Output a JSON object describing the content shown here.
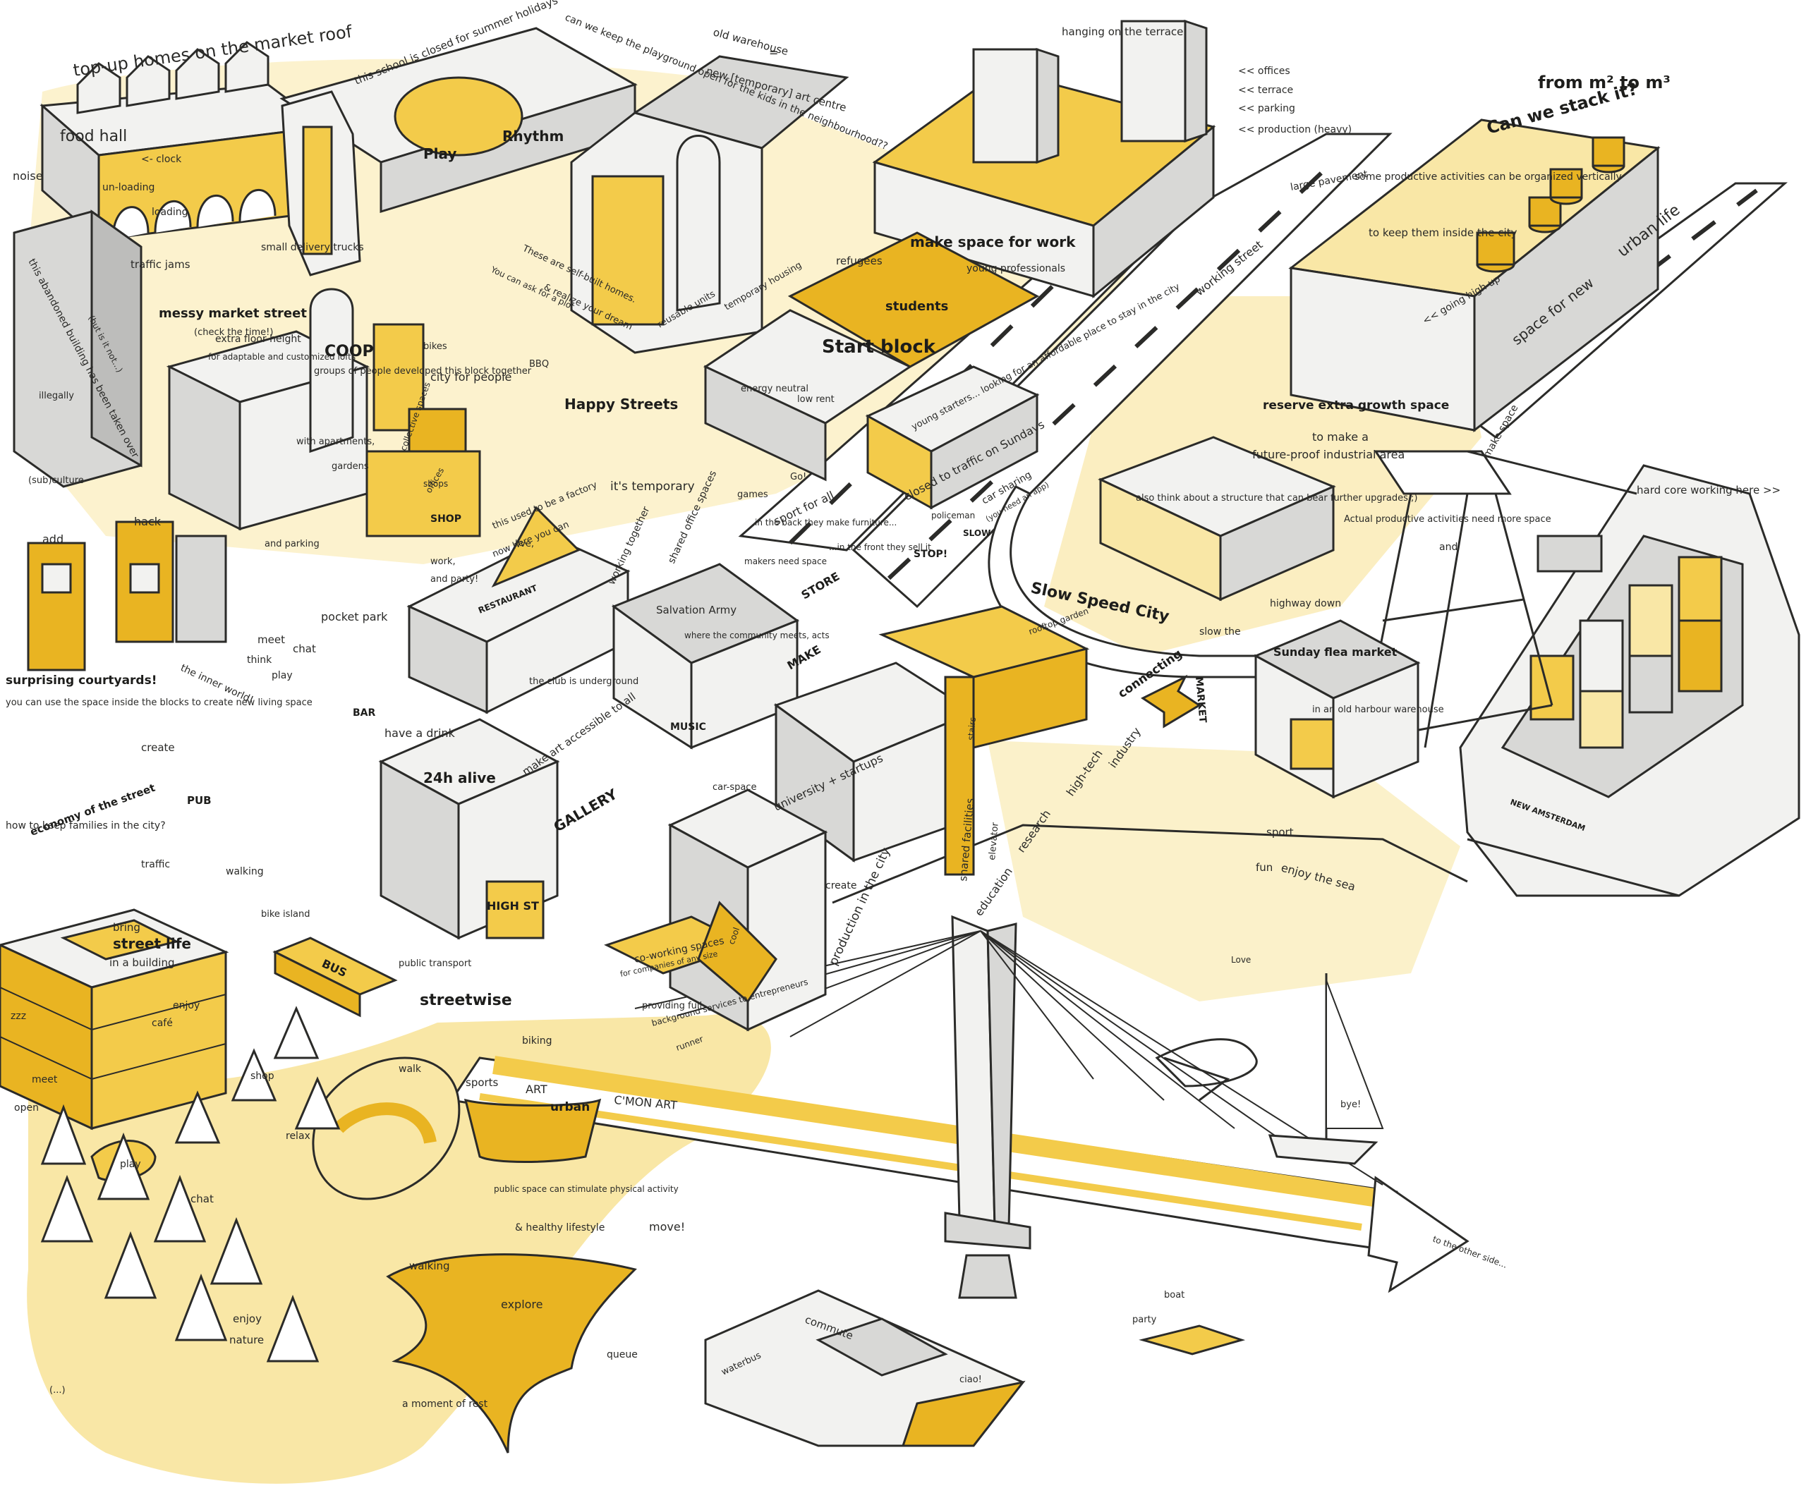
{
  "colors": {
    "yellow_light": "#f9e7a6",
    "yellow_mid": "#f3cb4a",
    "yellow_dark": "#e9b422",
    "ink": "#2b2b29",
    "grey": "#d8d8d6",
    "paper": "#ffffff"
  },
  "labels": {
    "top_up_homes": "top-up homes on the market roof",
    "food_hall": "food hall",
    "noise": "noise",
    "clock": "<- clock",
    "unloading": "un-loading",
    "loading": "loading",
    "traffic_jams": "traffic jams",
    "messy_market_street": "messy market street",
    "check_the_time": "(check the time!)",
    "small_delivery_trucks": "small delivery trucks",
    "school_closed": "this school is closed for summer holidays",
    "playground_question": "can we keep the playground open for the kids in the neighbourhood??",
    "play": "Play",
    "rhythm": "Rhythm",
    "old_warehouse": "old warehouse",
    "equals": "=",
    "art_centre": "new [temporary] art centre",
    "hanging_terrace": "hanging on the terrace",
    "offices": "<< offices",
    "terrace": "<< terrace",
    "parking": "<< parking",
    "production_heavy": "<< production (heavy)",
    "from_m2_to_m3": "from m² to m³",
    "can_we_stack_it": "Can we stack it?",
    "vertically_organized": "some productive activities can be organized vertically",
    "keep_inside_city": "to keep them inside the city",
    "going_high_up": "<< going high up",
    "large_pavement": "large pavement",
    "make_space_for_work": "make space for work",
    "working_street": "working street",
    "urban_life": "urban life",
    "space_for_new": "space for new",
    "self_built_homes": "These are self-built homes.",
    "ask_for_plot": "You can ask for a plot",
    "realize_dream": "& realize your dream",
    "refugees": "refugees",
    "temporary_housing": "temporary housing",
    "reusable_units": "reusable units",
    "students": "students",
    "young_professionals": "young professionals",
    "start_block": "Start block",
    "energy_neutral": "energy neutral",
    "low_rent": "low rent",
    "young_starters": "young starters... looking for an affordable place to stay in the city",
    "happy_streets": "Happy Streets",
    "city_for_people": "city for people",
    "bbq": "BBQ",
    "bikes": "bikes",
    "closed_to_traffic": "closed to traffic on Sundays",
    "sport_for_all": "sport for all",
    "car_sharing": "car sharing",
    "car_sharing_app": "(you need an app)",
    "slow_sign": "SLOW",
    "policeman": "policeman",
    "stop": "STOP!",
    "games": "games",
    "go": "Go!",
    "coop": "COOP",
    "coop_desc": "groups of people developed this block together",
    "with_apartments": "with apartments,",
    "gardens": "gardens",
    "extra_floor_height": "extra floor height",
    "adaptable_lofts": "for adaptable and customized lofts",
    "abandoned_building": "this abandoned building has been taken over",
    "illegally": "illegally",
    "subculture": "(sub)culture",
    "is_it_not": "(but is it not...)",
    "collective_spaces": "collective spaces",
    "shops": "shops",
    "offices_block": "offices",
    "and_parking": "and parking",
    "shop": "SHOP",
    "its_temporary": "it's temporary",
    "used_to_be": "this used to be a factory",
    "now_here": "now here you can",
    "live": "live,",
    "work": "work,",
    "and_party": "and party!",
    "restaurant": "RESTAURANT",
    "working_together": "working together",
    "shared_office": "shared office spaces",
    "make_furniture": "in the back they make furniture...",
    "in_front_sell": "...in the front they sell it",
    "makers_space": "makers need space",
    "salvation_army": "Salvation Army",
    "community_meets": "where the community meets, acts",
    "make": "MAKE",
    "store": "STORE",
    "club_underground": "the club is underground",
    "add": "add",
    "hack": "hack",
    "pocket_park": "pocket park",
    "meet": "meet",
    "chat_small": "chat",
    "think": "think",
    "play_small": "play",
    "inner_world": "the inner world!",
    "surprising_courtyards": "surprising courtyards!",
    "courtyards_desc": "you can use the space inside the blocks to create new living space",
    "create": "create",
    "bar": "BAR",
    "have_a_drink": "have a drink",
    "pub": "PUB",
    "economy_of_street": "economy of the street",
    "how_keep_families": "how to keep families in the city?",
    "traffic": "traffic",
    "walking_small": "walking",
    "bike_island": "bike island",
    "alive_24h": "24h alive",
    "gallery": "GALLERY",
    "make_art": "make art accessible to all",
    "music": "MUSIC",
    "high_st": "HIGH ST",
    "public_transport": "public transport",
    "bus": "BUS",
    "street_life": "street life",
    "bring": "bring",
    "in_a_building": "in a building",
    "zzz": "zzz",
    "cafe": "café",
    "enjoy_small": "enjoy",
    "shop_small": "shop",
    "open": "open",
    "meet_small": "meet",
    "streetwise": "streetwise",
    "car_space": "car-space",
    "university_startups": "university + startups",
    "create_right": "create",
    "shared_facilities": "shared facilities",
    "elevator": "elevator",
    "stairs": "stairs",
    "research": "research",
    "education": "education",
    "high_tech": "high-tech",
    "industry": "industry",
    "connecting": "connecting",
    "rooftop": "rooftop garden",
    "production_city": "production in the city",
    "coworking": "co-working spaces",
    "coworking_desc": "for companies of any size",
    "providing_full": "providing full",
    "background_services": "background services to entrepreneurs",
    "cool": "cool",
    "reserve_growth": "reserve extra growth space",
    "to_make_a": "to make a",
    "future_proof": "future-proof industrial area",
    "structure_upgrades": "also think about a structure that can bear further upgrades ;)",
    "actual_productive": "Actual productive activities need more space",
    "slow_speed_city": "Slow Speed City",
    "slow_the": "slow the",
    "highway_down": "highway down",
    "and": "and",
    "make_space": "make space",
    "hard_core_working": "hard core working here >>",
    "sunday_flea": "Sunday flea market",
    "old_harbour": "in an old harbour warehouse",
    "market": "MARKET",
    "sport": "sport",
    "fun": "fun",
    "enjoy_the_sea": "enjoy the sea",
    "love": "Love",
    "new_amsterdam": "NEW AMSTERDAM",
    "bye": "bye!",
    "boat": "boat",
    "party": "party",
    "to_other_side": "to the other side...",
    "sports": "sports",
    "art": "ART",
    "urban": "urban",
    "cmon_art": "C'MON ART",
    "biking": "biking",
    "runner": "runner",
    "walk": "walk",
    "relax": "relax",
    "play_park": "play",
    "chat": "chat",
    "public_space_physical": "public space can stimulate physical activity",
    "healthy_lifestyle": "& healthy lifestyle",
    "move": "move!",
    "walking": "walking",
    "explore": "explore",
    "queue": "queue",
    "enjoy": "enjoy",
    "nature": "nature",
    "moment_of_rest": "a moment of rest",
    "ellipsis": "(...)",
    "commute": "commute",
    "waterbus": "waterbus",
    "ciao": "ciao!"
  }
}
